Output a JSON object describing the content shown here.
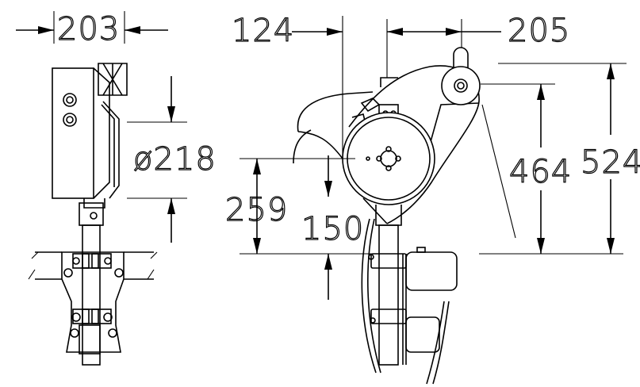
{
  "dimensions": {
    "width_left": "203",
    "wheel_diameter": "ø218",
    "offset_124": "124",
    "offset_205": "205",
    "height_464": "464",
    "height_524": "524",
    "height_259": "259",
    "height_150": "150"
  }
}
